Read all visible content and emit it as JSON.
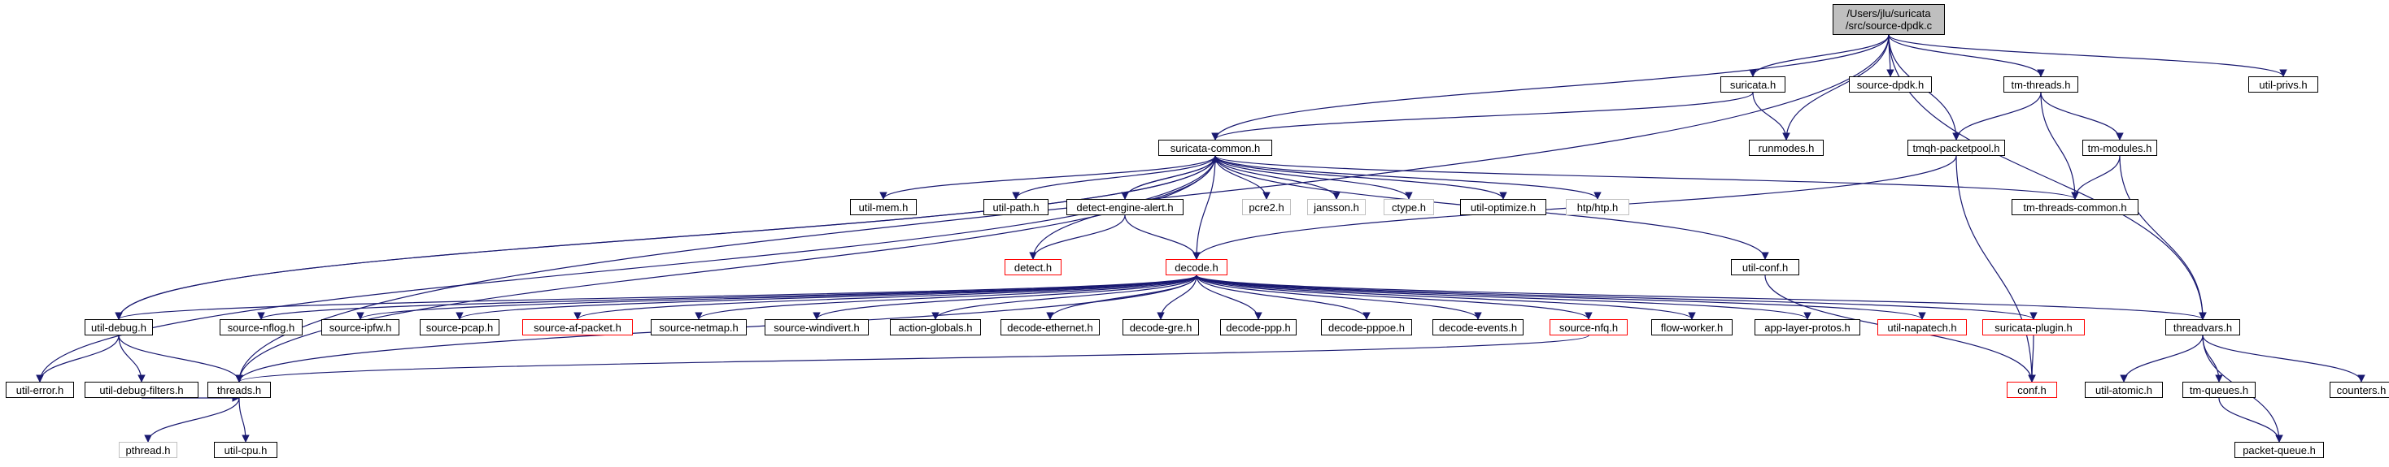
{
  "graph": {
    "colors": {
      "edge": "#191970",
      "normal_border": "#000000",
      "red_border": "#ff0000",
      "gray_border": "#c0c0c0",
      "root_fill": "#bfbfbf"
    },
    "nodes": [
      {
        "id": "root",
        "label": "/Users/jlu/suricata\n/src/source-dpdk.c",
        "kind": "root"
      },
      {
        "id": "suricata_h",
        "label": "suricata.h",
        "kind": "normal"
      },
      {
        "id": "source_dpdk_h",
        "label": "source-dpdk.h",
        "kind": "normal"
      },
      {
        "id": "tm_threads_h",
        "label": "tm-threads.h",
        "kind": "normal"
      },
      {
        "id": "util_privs_h",
        "label": "util-privs.h",
        "kind": "normal"
      },
      {
        "id": "suricata_common_h",
        "label": "suricata-common.h",
        "kind": "normal"
      },
      {
        "id": "runmodes_h",
        "label": "runmodes.h",
        "kind": "normal"
      },
      {
        "id": "tmqh_packetpool_h",
        "label": "tmqh-packetpool.h",
        "kind": "normal"
      },
      {
        "id": "tm_modules_h",
        "label": "tm-modules.h",
        "kind": "normal"
      },
      {
        "id": "util_mem_h",
        "label": "util-mem.h",
        "kind": "normal"
      },
      {
        "id": "util_path_h",
        "label": "util-path.h",
        "kind": "normal"
      },
      {
        "id": "detect_engine_alert_h",
        "label": "detect-engine-alert.h",
        "kind": "normal"
      },
      {
        "id": "pcre2_h",
        "label": "pcre2.h",
        "kind": "gray"
      },
      {
        "id": "jansson_h",
        "label": "jansson.h",
        "kind": "gray"
      },
      {
        "id": "ctype_h",
        "label": "ctype.h",
        "kind": "gray"
      },
      {
        "id": "util_optimize_h",
        "label": "util-optimize.h",
        "kind": "normal"
      },
      {
        "id": "htp_h",
        "label": "htp/htp.h",
        "kind": "gray"
      },
      {
        "id": "tm_threads_common_h",
        "label": "tm-threads-common.h",
        "kind": "normal"
      },
      {
        "id": "detect_h",
        "label": "detect.h",
        "kind": "red"
      },
      {
        "id": "decode_h",
        "label": "decode.h",
        "kind": "red"
      },
      {
        "id": "util_conf_h",
        "label": "util-conf.h",
        "kind": "normal"
      },
      {
        "id": "util_debug_h",
        "label": "util-debug.h",
        "kind": "normal"
      },
      {
        "id": "source_nflog_h",
        "label": "source-nflog.h",
        "kind": "normal"
      },
      {
        "id": "source_ipfw_h",
        "label": "source-ipfw.h",
        "kind": "normal"
      },
      {
        "id": "source_pcap_h",
        "label": "source-pcap.h",
        "kind": "normal"
      },
      {
        "id": "source_af_packet_h",
        "label": "source-af-packet.h",
        "kind": "red"
      },
      {
        "id": "source_netmap_h",
        "label": "source-netmap.h",
        "kind": "normal"
      },
      {
        "id": "source_windivert_h",
        "label": "source-windivert.h",
        "kind": "normal"
      },
      {
        "id": "action_globals_h",
        "label": "action-globals.h",
        "kind": "normal"
      },
      {
        "id": "decode_ethernet_h",
        "label": "decode-ethernet.h",
        "kind": "normal"
      },
      {
        "id": "decode_gre_h",
        "label": "decode-gre.h",
        "kind": "normal"
      },
      {
        "id": "decode_ppp_h",
        "label": "decode-ppp.h",
        "kind": "normal"
      },
      {
        "id": "decode_pppoe_h",
        "label": "decode-pppoe.h",
        "kind": "normal"
      },
      {
        "id": "decode_events_h",
        "label": "decode-events.h",
        "kind": "normal"
      },
      {
        "id": "source_nfq_h",
        "label": "source-nfq.h",
        "kind": "red"
      },
      {
        "id": "flow_worker_h",
        "label": "flow-worker.h",
        "kind": "normal"
      },
      {
        "id": "app_layer_protos_h",
        "label": "app-layer-protos.h",
        "kind": "normal"
      },
      {
        "id": "util_napatech_h",
        "label": "util-napatech.h",
        "kind": "red"
      },
      {
        "id": "suricata_plugin_h",
        "label": "suricata-plugin.h",
        "kind": "red"
      },
      {
        "id": "threadvars_h",
        "label": "threadvars.h",
        "kind": "normal"
      },
      {
        "id": "util_error_h",
        "label": "util-error.h",
        "kind": "normal"
      },
      {
        "id": "util_debug_filters_h",
        "label": "util-debug-filters.h",
        "kind": "normal"
      },
      {
        "id": "threads_h",
        "label": "threads.h",
        "kind": "normal"
      },
      {
        "id": "conf_h",
        "label": "conf.h",
        "kind": "red"
      },
      {
        "id": "util_atomic_h",
        "label": "util-atomic.h",
        "kind": "normal"
      },
      {
        "id": "tm_queues_h",
        "label": "tm-queues.h",
        "kind": "normal"
      },
      {
        "id": "counters_h",
        "label": "counters.h",
        "kind": "normal"
      },
      {
        "id": "pthread_h",
        "label": "pthread.h",
        "kind": "gray"
      },
      {
        "id": "util_cpu_h",
        "label": "util-cpu.h",
        "kind": "normal"
      },
      {
        "id": "packet_queue_h",
        "label": "packet-queue.h",
        "kind": "normal"
      }
    ],
    "edges": [
      [
        "root",
        "suricata_h"
      ],
      [
        "root",
        "source_dpdk_h"
      ],
      [
        "root",
        "tm_threads_h"
      ],
      [
        "root",
        "util_privs_h"
      ],
      [
        "root",
        "suricata_common_h"
      ],
      [
        "root",
        "runmodes_h"
      ],
      [
        "root",
        "tmqh_packetpool_h"
      ],
      [
        "root",
        "threadvars_h"
      ],
      [
        "root",
        "threads_h"
      ],
      [
        "suricata_h",
        "suricata_common_h"
      ],
      [
        "suricata_h",
        "runmodes_h"
      ],
      [
        "tm_threads_h",
        "tmqh_packetpool_h"
      ],
      [
        "tm_threads_h",
        "tm_modules_h"
      ],
      [
        "tm_threads_h",
        "tm_threads_common_h"
      ],
      [
        "tm_modules_h",
        "tm_threads_common_h"
      ],
      [
        "tm_modules_h",
        "threadvars_h"
      ],
      [
        "tmqh_packetpool_h",
        "decode_h"
      ],
      [
        "tmqh_packetpool_h",
        "conf_h"
      ],
      [
        "suricata_common_h",
        "util_mem_h"
      ],
      [
        "suricata_common_h",
        "util_path_h"
      ],
      [
        "suricata_common_h",
        "detect_engine_alert_h"
      ],
      [
        "suricata_common_h",
        "pcre2_h"
      ],
      [
        "suricata_common_h",
        "jansson_h"
      ],
      [
        "suricata_common_h",
        "ctype_h"
      ],
      [
        "suricata_common_h",
        "util_optimize_h"
      ],
      [
        "suricata_common_h",
        "htp_h"
      ],
      [
        "suricata_common_h",
        "tm_threads_common_h"
      ],
      [
        "suricata_common_h",
        "util_conf_h"
      ],
      [
        "suricata_common_h",
        "util_debug_h"
      ],
      [
        "suricata_common_h",
        "util_error_h"
      ],
      [
        "suricata_common_h",
        "threads_h"
      ],
      [
        "detect_engine_alert_h",
        "suricata_common_h"
      ],
      [
        "detect_engine_alert_h",
        "detect_h"
      ],
      [
        "detect_engine_alert_h",
        "decode_h"
      ],
      [
        "detect_h",
        "suricata_common_h"
      ],
      [
        "decode_h",
        "suricata_common_h"
      ],
      [
        "util_conf_h",
        "conf_h"
      ],
      [
        "util_debug_h",
        "suricata_common_h"
      ],
      [
        "util_debug_h",
        "util_error_h"
      ],
      [
        "util_debug_h",
        "util_debug_filters_h"
      ],
      [
        "util_debug_h",
        "threads_h"
      ],
      [
        "decode_h",
        "util_debug_h"
      ],
      [
        "decode_h",
        "threads_h"
      ],
      [
        "decode_h",
        "source_nflog_h"
      ],
      [
        "decode_h",
        "source_ipfw_h"
      ],
      [
        "decode_h",
        "source_pcap_h"
      ],
      [
        "decode_h",
        "source_af_packet_h"
      ],
      [
        "decode_h",
        "source_netmap_h"
      ],
      [
        "decode_h",
        "source_windivert_h"
      ],
      [
        "decode_h",
        "action_globals_h"
      ],
      [
        "decode_h",
        "decode_ethernet_h"
      ],
      [
        "decode_h",
        "decode_gre_h"
      ],
      [
        "decode_h",
        "decode_ppp_h"
      ],
      [
        "decode_h",
        "decode_pppoe_h"
      ],
      [
        "decode_h",
        "decode_events_h"
      ],
      [
        "decode_h",
        "source_nfq_h"
      ],
      [
        "decode_h",
        "flow_worker_h"
      ],
      [
        "decode_h",
        "app_layer_protos_h"
      ],
      [
        "decode_h",
        "util_napatech_h"
      ],
      [
        "decode_h",
        "suricata_plugin_h"
      ],
      [
        "decode_h",
        "threadvars_h"
      ],
      [
        "source_nfq_h",
        "threads_h"
      ],
      [
        "suricata_plugin_h",
        "conf_h"
      ],
      [
        "threadvars_h",
        "util_atomic_h"
      ],
      [
        "threadvars_h",
        "tm_queues_h"
      ],
      [
        "threadvars_h",
        "counters_h"
      ],
      [
        "threadvars_h",
        "packet_queue_h"
      ],
      [
        "tm_queues_h",
        "packet_queue_h"
      ],
      [
        "util_debug_filters_h",
        "threads_h"
      ],
      [
        "threads_h",
        "pthread_h"
      ],
      [
        "threads_h",
        "util_cpu_h"
      ]
    ]
  }
}
